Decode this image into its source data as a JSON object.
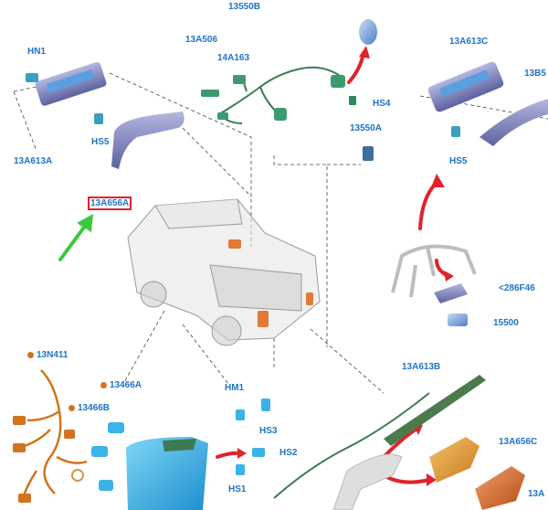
{
  "labels": {
    "p13550B": "13550B",
    "p13A506": "13A506",
    "p14A163": "14A163",
    "pHS4": "HS4",
    "p13550A": "13550A",
    "pHN1": "HN1",
    "pHS5a": "HS5",
    "p13A613A": "13A613A",
    "p13A656A": "13A656A",
    "p13A613C": "13A613C",
    "p13B5": "13B5",
    "pHS5b": "HS5",
    "p286F46": "<286F46",
    "p15500": "15500",
    "p13N411": "13N411",
    "p13466A": "13466A",
    "p13466B": "13466B",
    "pHM1": "HM1",
    "pHS3": "HS3",
    "pHS2": "HS2",
    "pHS1": "HS1",
    "p13A613B": "13A613B",
    "p13A656C": "13A656C",
    "p13A": "13A"
  },
  "colors": {
    "label": "#1e73c8",
    "highlight": "#e0232b",
    "pointer_arrow": "#3cc83c",
    "callout_arrow": "#e0232b",
    "lamp_blue": "#8fb6e6",
    "lamp_purple": "#8a8fc6",
    "harness_green": "#3d7a52",
    "harness_orange": "#d2731f",
    "amber_lens": "#e6a23a",
    "cyan_housing": "#3ab3e6"
  },
  "icons": {
    "pointer": "green-arrow-icon",
    "bullet": "orange-dot-icon"
  }
}
